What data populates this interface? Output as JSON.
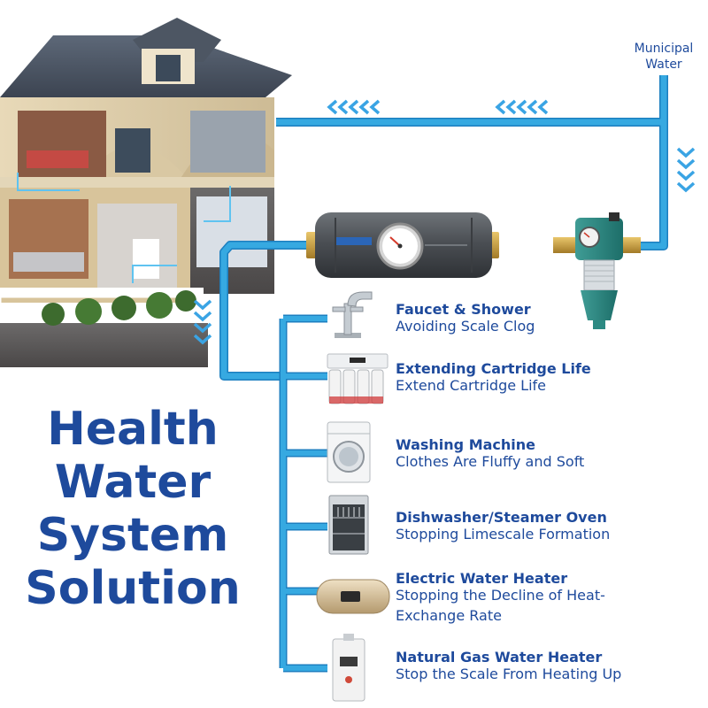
{
  "headline": [
    "Health",
    "Water",
    "System",
    "Solution"
  ],
  "source": {
    "line1": "Municipal",
    "line2": "Water"
  },
  "appliances": [
    {
      "title": "Faucet & Shower",
      "subtitle": [
        "Avoiding Scale Clog"
      ],
      "icon": "faucet-icon"
    },
    {
      "title": "Extending Cartridge Life",
      "subtitle": [
        "Extend Cartridge Life"
      ],
      "icon": "ro-filter-icon"
    },
    {
      "title": "Washing Machine",
      "subtitle": [
        "Clothes Are Fluffy and Soft"
      ],
      "icon": "washing-machine-icon"
    },
    {
      "title": "Dishwasher/Steamer Oven",
      "subtitle": [
        "Stopping Limescale Formation"
      ],
      "icon": "dishwasher-icon"
    },
    {
      "title": "Electric Water Heater",
      "subtitle": [
        "Stopping the Decline of Heat-",
        "Exchange Rate"
      ],
      "icon": "electric-heater-icon"
    },
    {
      "title": "Natural Gas Water Heater",
      "subtitle": [
        "Stop the Scale From Heating Up"
      ],
      "icon": "gas-heater-icon"
    }
  ],
  "colors": {
    "pipe": "#36a9e1",
    "pipe_edge": "#1c7fc0",
    "text": "#1e4a9c",
    "arrow": "#3aa4e4"
  }
}
